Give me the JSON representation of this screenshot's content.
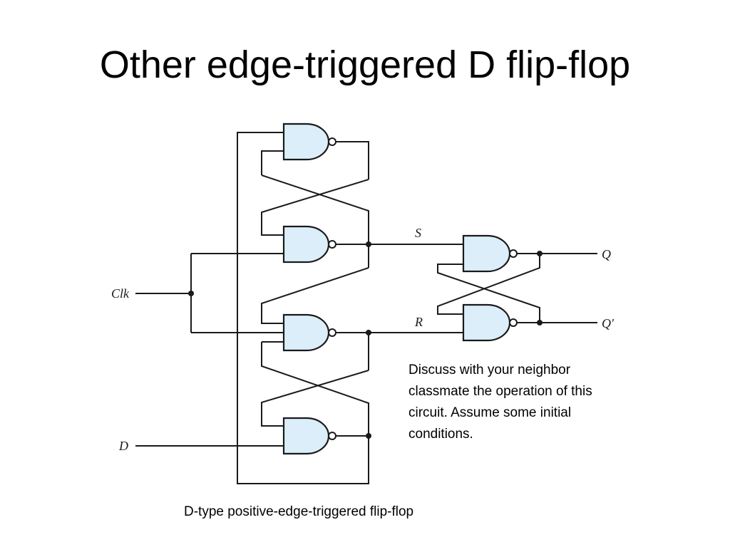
{
  "slide": {
    "title": "Other edge-triggered D flip-flop",
    "discussion_lines": [
      "Discuss with your neighbor",
      "classmate the operation of this",
      "circuit. Assume some initial",
      "conditions."
    ],
    "caption": "D-type positive-edge-triggered flip-flop"
  },
  "diagram": {
    "signals": {
      "clk": "Clk",
      "d": "D",
      "s": "S",
      "r": "R",
      "q": "Q",
      "q_not": "Q'"
    },
    "gate_type": "NAND",
    "gate_fill_color": "#dbeef9",
    "wire_color": "#1a1a1a"
  }
}
